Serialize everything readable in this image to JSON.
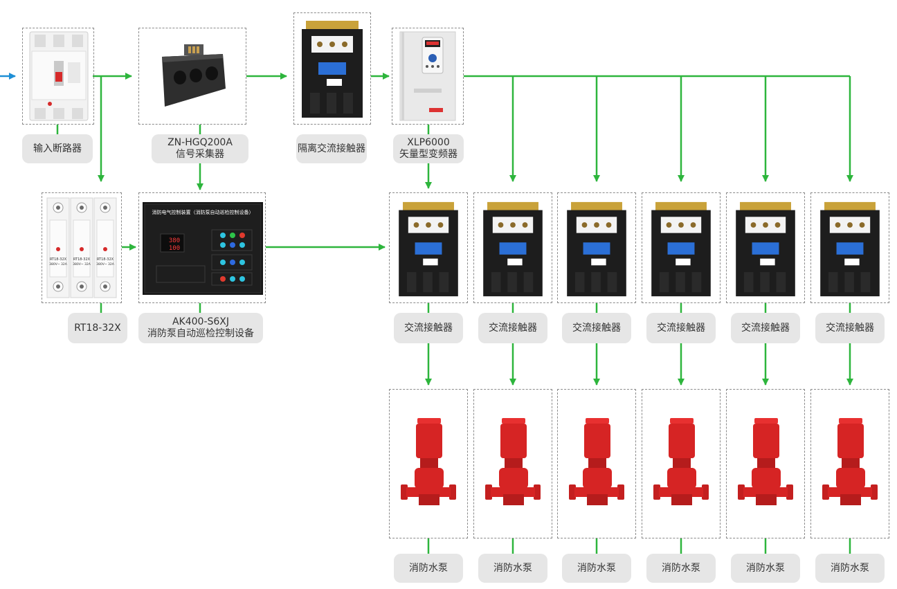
{
  "labels": {
    "input_breaker": "输入断路器",
    "collector_model": "ZN-HGQ200A",
    "collector_name": "信号采集器",
    "isolation_contactor": "隔离交流接触器",
    "vfd_model": "XLP6000",
    "vfd_name": "矢量型变频器",
    "fuse": "RT18-32X",
    "controller_model": "AK400-S6XJ",
    "controller_name": "消防泵自动巡检控制设备",
    "contactors": [
      "交流接触器",
      "交流接触器",
      "交流接触器",
      "交流接触器",
      "交流接触器",
      "交流接触器"
    ],
    "pumps": [
      "消防水泵",
      "消防水泵",
      "消防水泵",
      "消防水泵",
      "消防水泵",
      "消防水泵"
    ]
  },
  "panel": {
    "title": "消防电气控制装置（消防泵自动巡检控制设备）",
    "display_top": "380",
    "display_bottom": "100"
  },
  "fuse_text": {
    "model": "RT18-32X",
    "rating": "380V~ 32A"
  },
  "colors": {
    "line": "#2db53c",
    "input_arrow": "#1e8fd6",
    "pump": "#e02424"
  }
}
